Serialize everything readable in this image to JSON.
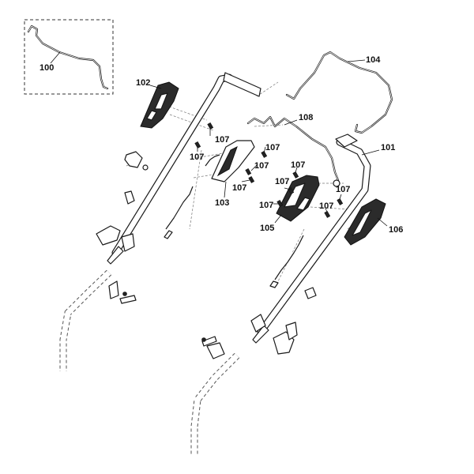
{
  "labels": {
    "l100": "100",
    "l101": "101",
    "l102": "102",
    "l103": "103",
    "l104": "104",
    "l105": "105",
    "l106": "106",
    "l108": "108",
    "l107": "107"
  },
  "colors": {
    "line": "#1a1a1a",
    "part_fill": "#ffffff",
    "dark_fill": "#2b2b2b",
    "background": "#ffffff"
  }
}
